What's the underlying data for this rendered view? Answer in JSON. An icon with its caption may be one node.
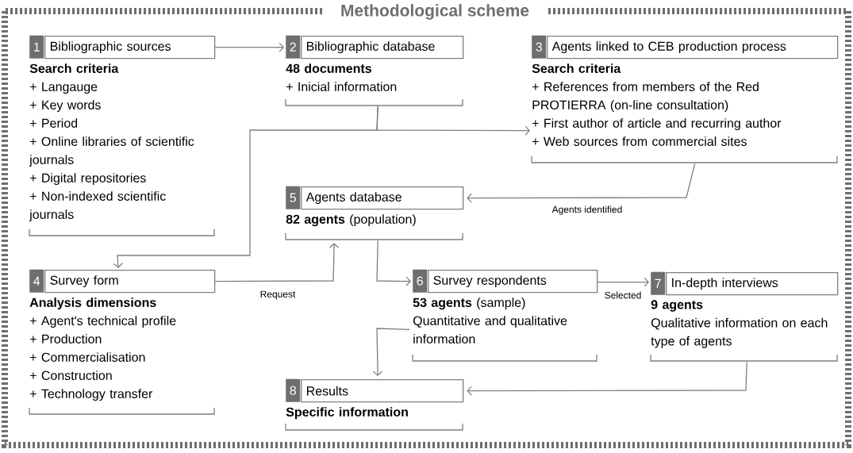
{
  "diagram": {
    "title": "Methodological scheme",
    "nodes": [
      {
        "text": [
          "1",
          "Bibliographic sources"
        ],
        "beside": [
          "**Search criteria**",
          "+ Langauge",
          "+ Key words",
          "+ Period",
          "+ Online libraries of scientific journals",
          "+ Digital repositories",
          "+ Non-indexed scientific journals"
        ]
      },
      {
        "text": [
          "2",
          "Bibliographic database"
        ],
        "beside": [
          "**48 documents**",
          "+ Inicial information"
        ]
      },
      {
        "text": [
          "3",
          "Agents linked to CEB production process"
        ],
        "beside": [
          "**Search criteria**",
          "+ References from members of  the Red PROTIERRA (on-line consultation)",
          "+ First author of article and recurring author",
          "+ Web sources from commercial sites"
        ]
      },
      {
        "text": [
          "4",
          "Survey form"
        ],
        "beside": [
          "**Analysis dimensions**",
          "+ Agent's technical profile",
          "+ Production",
          "+ Commercialisation",
          "+ Construction",
          "+ Technology transfer"
        ]
      },
      {
        "text": [
          "5",
          "Agents database"
        ],
        "beside": [
          "**82 agents** (population)"
        ]
      },
      {
        "text": [
          "6",
          "Survey respondents"
        ],
        "beside": [
          "**53 agents** (sample)",
          "Quantitative and qualitative information"
        ]
      },
      {
        "text": [
          "7",
          "In-depth interviews"
        ],
        "beside": [
          "**9 agents**",
          "Qualitative information on each type of agents"
        ]
      },
      {
        "text": [
          "8",
          "Results"
        ],
        "beside": [
          "**Specific information**"
        ]
      }
    ],
    "edges": [
      {
        "from": 0,
        "to": 1,
        "arrow": "to"
      },
      {
        "from": 1,
        "to": 2,
        "arrow": "to"
      },
      {
        "from": 1,
        "to": 3,
        "arrow": "to"
      },
      {
        "from": 2,
        "to": 4,
        "arrow": "to",
        "label": "Agents identified"
      },
      {
        "from": 3,
        "to": 4,
        "arrow": "to",
        "label": "Request"
      },
      {
        "from": 4,
        "to": 5,
        "arrow": "to"
      },
      {
        "from": 5,
        "to": 6,
        "arrow": "to",
        "label": "Selected"
      },
      {
        "from": 5,
        "to": 7,
        "arrow": "to"
      },
      {
        "from": 6,
        "to": 7,
        "arrow": "to"
      }
    ]
  }
}
